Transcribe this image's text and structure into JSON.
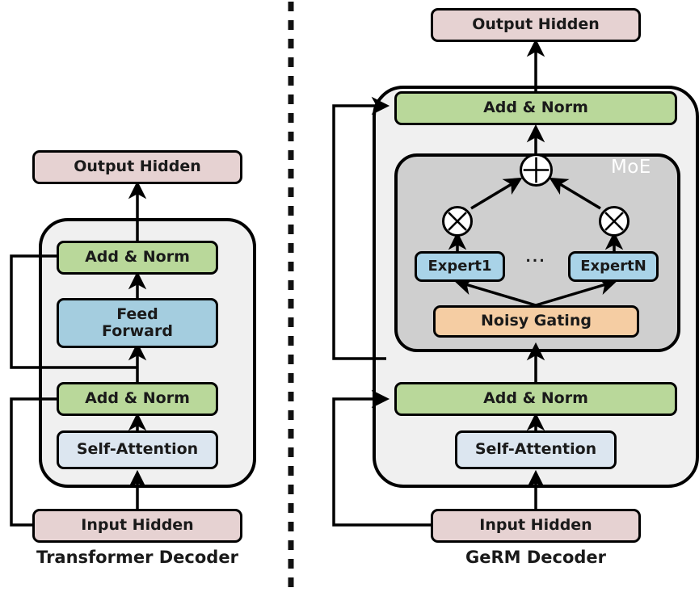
{
  "figure": {
    "type": "architecture-diagram",
    "panels": [
      {
        "id": "left",
        "caption": "Transformer Decoder",
        "nodes": [
          {
            "name": "output-hidden",
            "label": "Output Hidden",
            "color": "#e6d2d2"
          },
          {
            "name": "add-norm-top",
            "label": "Add & Norm",
            "color": "#b9d89a"
          },
          {
            "name": "feed-forward",
            "label": "Feed\nForward",
            "color": "#a4cddf"
          },
          {
            "name": "add-norm-bottom",
            "label": "Add & Norm",
            "color": "#b9d89a"
          },
          {
            "name": "self-attention",
            "label": "Self-Attention",
            "color": "#dce6f0"
          },
          {
            "name": "input-hidden",
            "label": "Input Hidden",
            "color": "#e6d2d2"
          }
        ]
      },
      {
        "id": "right",
        "caption": "GeRM Decoder",
        "moe_label": "MoE",
        "nodes": [
          {
            "name": "output-hidden",
            "label": "Output Hidden",
            "color": "#e6d2d2"
          },
          {
            "name": "add-norm-top",
            "label": "Add & Norm",
            "color": "#b9d89a"
          },
          {
            "name": "expert-first",
            "label": "Expert1",
            "color": "#a9d3e8"
          },
          {
            "name": "expert-last",
            "label": "ExpertN",
            "color": "#a9d3e8"
          },
          {
            "name": "expert-ellipsis",
            "label": "...",
            "color": "#cfcfcf"
          },
          {
            "name": "noisy-gating",
            "label": "Noisy Gating",
            "color": "#f5cda3"
          },
          {
            "name": "add-norm-bottom",
            "label": "Add & Norm",
            "color": "#b9d89a"
          },
          {
            "name": "self-attention",
            "label": "Self-Attention",
            "color": "#dce6f0"
          },
          {
            "name": "input-hidden",
            "label": "Input Hidden",
            "color": "#e6d2d2"
          }
        ],
        "operators": [
          {
            "name": "sum-operator",
            "glyph": "plus-in-circle"
          },
          {
            "name": "multiply-operator-first",
            "glyph": "times-in-circle"
          },
          {
            "name": "multiply-operator-last",
            "glyph": "times-in-circle"
          }
        ]
      }
    ],
    "palette": {
      "pink": "#e6d2d2",
      "green": "#b9d89a",
      "blue_strong": "#a4cddf",
      "blue_expert": "#a9d3e8",
      "blue_light": "#dce6f0",
      "orange": "#f5cda3",
      "grey_moe": "#cfcfcf",
      "grey_shell": "#f0f0f0",
      "stroke": "#000000",
      "divider": "#111111"
    },
    "divider": {
      "name": "panel-divider",
      "style": "dashed-vertical"
    }
  }
}
